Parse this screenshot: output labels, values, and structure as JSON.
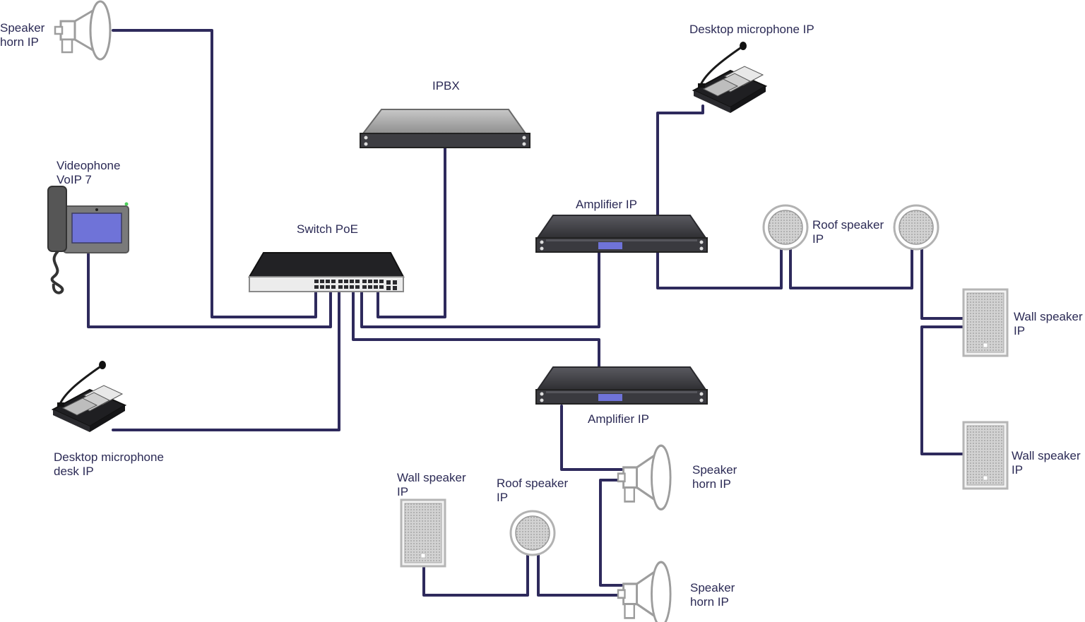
{
  "colors": {
    "cable": "#2e2a5c",
    "label": "#2b2a55",
    "device_dark": "#3f3f44",
    "device_light": "#c9c9c9",
    "speaker_grey": "#b8b8b8",
    "screen_blue": "#6f73d8"
  },
  "labels": {
    "speaker_horn_tl": [
      "Speaker",
      "horn IP"
    ],
    "ipbx": "IPBX",
    "desktop_mic_top": "Desktop microphone IP",
    "videophone": [
      "Videophone",
      "VoIP 7"
    ],
    "amplifier_top": "Amplifier IP",
    "switch": "Switch PoE",
    "roof_speaker_right": [
      "Roof speaker",
      "IP"
    ],
    "wall_speaker_right_1": [
      "Wall speaker",
      "IP"
    ],
    "wall_speaker_right_2": [
      "Wall speaker",
      "IP"
    ],
    "amplifier_bottom": "Amplifier IP",
    "desktop_mic_desk": [
      "Desktop microphone",
      "desk IP"
    ],
    "wall_speaker_bottom": [
      "Wall speaker",
      "IP"
    ],
    "roof_speaker_bottom": [
      "Roof speaker",
      "IP"
    ],
    "speaker_horn_mid": [
      "Speaker",
      "horn IP"
    ],
    "speaker_horn_bottom": [
      "Speaker",
      "horn IP"
    ]
  },
  "icons": [
    "horn-speaker-icon",
    "rack-device-icon",
    "poe-switch-icon",
    "videophone-icon",
    "desktop-microphone-icon",
    "ceiling-speaker-icon",
    "wall-speaker-icon"
  ]
}
